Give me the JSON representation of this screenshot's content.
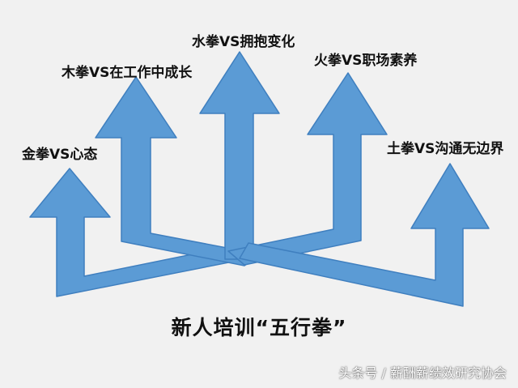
{
  "diagram": {
    "title": "新人培训“五行拳”",
    "branches": [
      {
        "id": "metal",
        "label": "金拳VS心态"
      },
      {
        "id": "wood",
        "label": "木拳VS在工作中成长"
      },
      {
        "id": "water",
        "label": "水拳VS拥抱变化"
      },
      {
        "id": "fire",
        "label": "火拳VS职场素养"
      },
      {
        "id": "earth",
        "label": "土拳VS沟通无边界"
      }
    ],
    "colors": {
      "arrow_fill": "#5b9bd5",
      "arrow_stroke": "#3f7fbf",
      "background": "#f1f1f1",
      "text": "#111111"
    }
  },
  "watermark": "头条号 / 薪酬薪绩效研究协会"
}
